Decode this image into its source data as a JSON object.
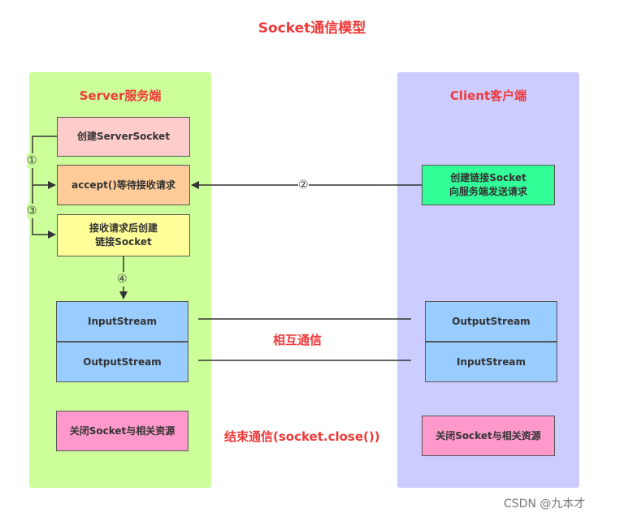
{
  "title": "Socket通信模型",
  "server": {
    "title": "Server服务端",
    "create_socket": "创建ServerSocket",
    "accept": "accept()等待接收请求",
    "create_link_line1": "接收请求后创建",
    "create_link_line2": "链接Socket",
    "input_stream": "InputStream",
    "output_stream": "OutputStream",
    "close": "关闭Socket与相关资源"
  },
  "client": {
    "title": "Client客户端",
    "create_link_line1": "创建链接Socket",
    "create_link_line2": "向服务端发送请求",
    "output_stream": "OutputStream",
    "input_stream": "InputStream",
    "close": "关闭Socket与相关资源"
  },
  "steps": {
    "one": "①",
    "two": "②",
    "three": "③",
    "four": "④"
  },
  "mutual_comm": "相互通信",
  "end_comm": "结束通信(socket.close())",
  "watermark": "CSDN @九本才",
  "colors": {
    "server_panel": "#ccff99",
    "client_panel": "#ccccff",
    "pink_box": "#ffcccc",
    "orange_box": "#ffcc99",
    "yellow_box": "#ffff99",
    "blue_box": "#99ccff",
    "green_box": "#33ff99",
    "magenta_box": "#ff99cc",
    "accent_red": "#ee3a3a"
  }
}
